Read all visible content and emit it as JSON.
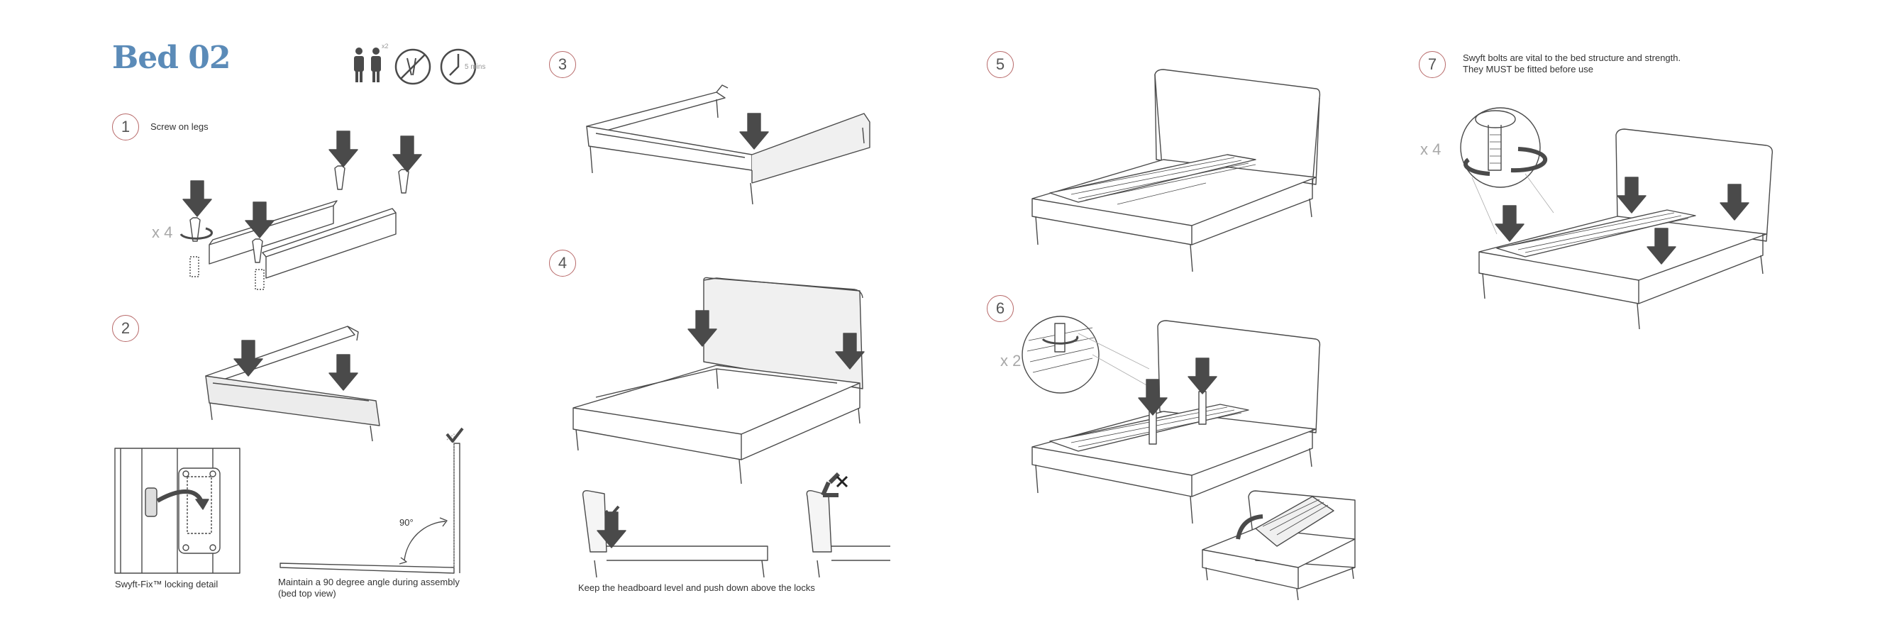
{
  "title": "Bed 02",
  "icons": {
    "people": "two-people-icon",
    "people_count": "x2",
    "no_tools": "no-tools-icon",
    "clock": "clock-icon",
    "clock_label": "5 mins"
  },
  "steps": [
    {
      "number": "1",
      "caption": "Screw on legs",
      "multiplier": "x 4"
    },
    {
      "number": "2"
    },
    {
      "number": "3"
    },
    {
      "number": "4"
    },
    {
      "number": "5"
    },
    {
      "number": "6",
      "multiplier": "x 2"
    },
    {
      "number": "7",
      "caption_line1": "Swyft bolts are vital to the bed structure and strength.",
      "caption_line2": "They MUST be fitted before use",
      "multiplier": "x 4"
    }
  ],
  "details": {
    "swyftfix_caption": "Swyft-Fix™ locking detail",
    "angle_label": "90°",
    "angle_caption_line1": "Maintain a 90 degree angle during assembly",
    "angle_caption_line2": "(bed top view)",
    "headboard_caption": "Keep the headboard level and push down above the locks"
  },
  "colors": {
    "title": "#5b8bb8",
    "step_circle": "#b86a6a",
    "arrow": "#4a4a4a",
    "line": "#555555"
  }
}
